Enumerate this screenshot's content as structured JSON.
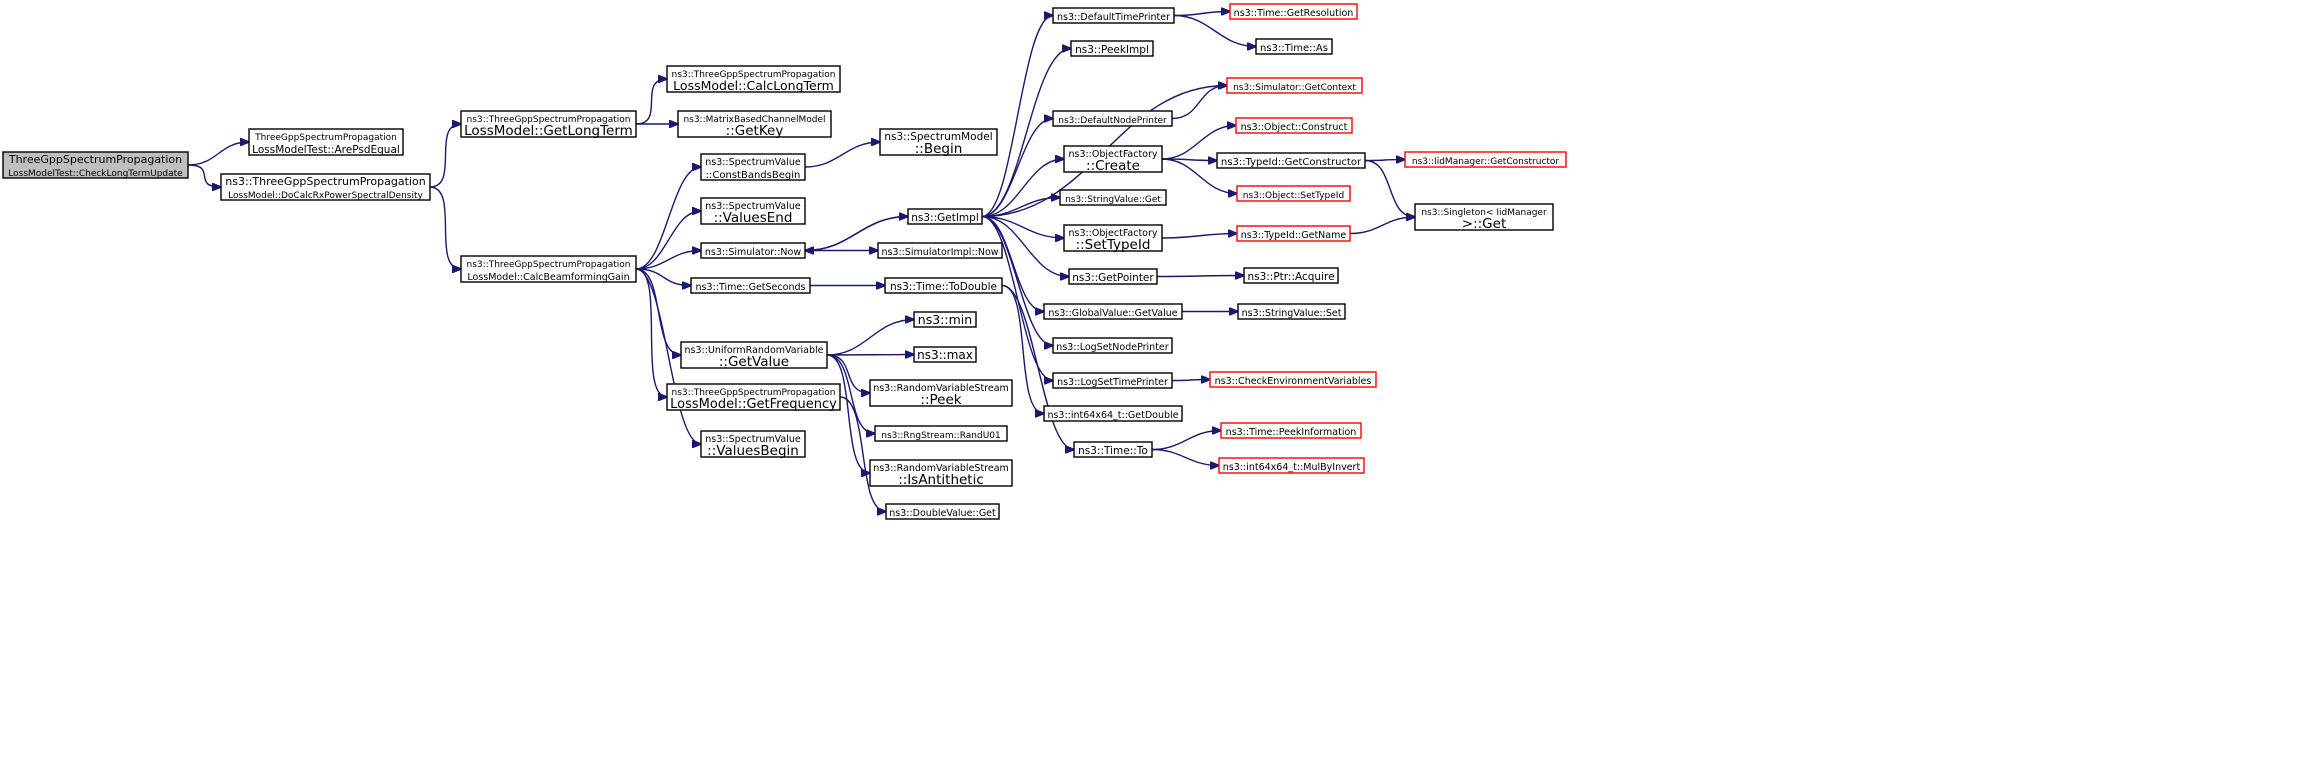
{
  "graph": {
    "nodes": [
      {
        "id": "root",
        "lines": [
          "ThreeGppSpectrumPropagation",
          "LossModelTest::CheckLongTermUpdate"
        ],
        "kind": "root",
        "interactable": false
      },
      {
        "id": "arePsd",
        "lines": [
          "ThreeGppSpectrumPropagation",
          "LossModelTest::ArePsdEqual"
        ],
        "kind": "normal"
      },
      {
        "id": "doCalc",
        "lines": [
          "ns3::ThreeGppSpectrumPropagation",
          "LossModel::DoCalcRxPowerSpectralDensity"
        ],
        "kind": "normal"
      },
      {
        "id": "getLongTerm",
        "lines": [
          "ns3::ThreeGppSpectrumPropagation",
          "LossModel::GetLongTerm"
        ],
        "kind": "normal"
      },
      {
        "id": "calcBeam",
        "lines": [
          "ns3::ThreeGppSpectrumPropagation",
          "LossModel::CalcBeamformingGain"
        ],
        "kind": "normal"
      },
      {
        "id": "calcLongTerm",
        "lines": [
          "ns3::ThreeGppSpectrumPropagation",
          "LossModel::CalcLongTerm"
        ],
        "kind": "normal"
      },
      {
        "id": "matrixGetKey",
        "lines": [
          "ns3::MatrixBasedChannelModel",
          "::GetKey"
        ],
        "kind": "normal"
      },
      {
        "id": "constBandsBegin",
        "lines": [
          "ns3::SpectrumValue",
          "::ConstBandsBegin"
        ],
        "kind": "normal"
      },
      {
        "id": "valuesEnd",
        "lines": [
          "ns3::SpectrumValue",
          "::ValuesEnd"
        ],
        "kind": "normal"
      },
      {
        "id": "simNow",
        "lines": [
          "ns3::Simulator::Now"
        ],
        "kind": "normal"
      },
      {
        "id": "timeGetSeconds",
        "lines": [
          "ns3::Time::GetSeconds"
        ],
        "kind": "normal"
      },
      {
        "id": "uniformGetValue",
        "lines": [
          "ns3::UniformRandomVariable",
          "::GetValue"
        ],
        "kind": "normal"
      },
      {
        "id": "getFrequency",
        "lines": [
          "ns3::ThreeGppSpectrumPropagation",
          "LossModel::GetFrequency"
        ],
        "kind": "normal"
      },
      {
        "id": "valuesBegin",
        "lines": [
          "ns3::SpectrumValue",
          "::ValuesBegin"
        ],
        "kind": "normal"
      },
      {
        "id": "spectrumModelBegin",
        "lines": [
          "ns3::SpectrumModel",
          "::Begin"
        ],
        "kind": "normal"
      },
      {
        "id": "getImpl",
        "lines": [
          "ns3::GetImpl"
        ],
        "kind": "normal"
      },
      {
        "id": "simImplNow",
        "lines": [
          "ns3::SimulatorImpl::Now"
        ],
        "kind": "normal"
      },
      {
        "id": "timeToDouble",
        "lines": [
          "ns3::Time::ToDouble"
        ],
        "kind": "normal"
      },
      {
        "id": "min",
        "lines": [
          "ns3::min"
        ],
        "kind": "normal"
      },
      {
        "id": "max",
        "lines": [
          "ns3::max"
        ],
        "kind": "normal"
      },
      {
        "id": "rvsPeek",
        "lines": [
          "ns3::RandomVariableStream",
          "::Peek"
        ],
        "kind": "normal"
      },
      {
        "id": "randU01",
        "lines": [
          "ns3::RngStream::RandU01"
        ],
        "kind": "normal"
      },
      {
        "id": "isAntithetic",
        "lines": [
          "ns3::RandomVariableStream",
          "::IsAntithetic"
        ],
        "kind": "normal"
      },
      {
        "id": "doubleValueGet",
        "lines": [
          "ns3::DoubleValue::Get"
        ],
        "kind": "normal"
      },
      {
        "id": "defaultTimePrinter",
        "lines": [
          "ns3::DefaultTimePrinter"
        ],
        "kind": "normal"
      },
      {
        "id": "peekImpl",
        "lines": [
          "ns3::PeekImpl"
        ],
        "kind": "normal"
      },
      {
        "id": "defaultNodePrinter",
        "lines": [
          "ns3::DefaultNodePrinter"
        ],
        "kind": "normal"
      },
      {
        "id": "objFactoryCreate",
        "lines": [
          "ns3::ObjectFactory",
          "::Create"
        ],
        "kind": "normal"
      },
      {
        "id": "stringValueGet",
        "lines": [
          "ns3::StringValue::Get"
        ],
        "kind": "normal"
      },
      {
        "id": "objFactorySetTypeId",
        "lines": [
          "ns3::ObjectFactory",
          "::SetTypeId"
        ],
        "kind": "normal"
      },
      {
        "id": "getPointer",
        "lines": [
          "ns3::GetPointer"
        ],
        "kind": "normal"
      },
      {
        "id": "globalValueGetValue",
        "lines": [
          "ns3::GlobalValue::GetValue"
        ],
        "kind": "normal"
      },
      {
        "id": "logSetNodePrinter",
        "lines": [
          "ns3::LogSetNodePrinter"
        ],
        "kind": "normal"
      },
      {
        "id": "logSetTimePrinter",
        "lines": [
          "ns3::LogSetTimePrinter"
        ],
        "kind": "normal"
      },
      {
        "id": "int64GetDouble",
        "lines": [
          "ns3::int64x64_t::GetDouble"
        ],
        "kind": "normal"
      },
      {
        "id": "timeTo",
        "lines": [
          "ns3::Time::To"
        ],
        "kind": "normal"
      },
      {
        "id": "timeGetResolution",
        "lines": [
          "ns3::Time::GetResolution"
        ],
        "kind": "truncated"
      },
      {
        "id": "timeAs",
        "lines": [
          "ns3::Time::As"
        ],
        "kind": "normal"
      },
      {
        "id": "simGetContext",
        "lines": [
          "ns3::Simulator::GetContext"
        ],
        "kind": "truncated"
      },
      {
        "id": "objectConstruct",
        "lines": [
          "ns3::Object::Construct"
        ],
        "kind": "truncated"
      },
      {
        "id": "typeIdGetConstructor",
        "lines": [
          "ns3::TypeId::GetConstructor"
        ],
        "kind": "normal"
      },
      {
        "id": "objectSetTypeId",
        "lines": [
          "ns3::Object::SetTypeId"
        ],
        "kind": "truncated"
      },
      {
        "id": "typeIdGetName",
        "lines": [
          "ns3::TypeId::GetName"
        ],
        "kind": "truncated"
      },
      {
        "id": "ptrAcquire",
        "lines": [
          "ns3::Ptr::Acquire"
        ],
        "kind": "normal"
      },
      {
        "id": "stringValueSet",
        "lines": [
          "ns3::StringValue::Set"
        ],
        "kind": "normal"
      },
      {
        "id": "checkEnvVars",
        "lines": [
          "ns3::CheckEnvironmentVariables"
        ],
        "kind": "truncated"
      },
      {
        "id": "timePeekInfo",
        "lines": [
          "ns3::Time::PeekInformation"
        ],
        "kind": "truncated"
      },
      {
        "id": "mulByInvert",
        "lines": [
          "ns3::int64x64_t::MulByInvert"
        ],
        "kind": "truncated"
      },
      {
        "id": "iidGetConstructor",
        "lines": [
          "ns3::IidManager::GetConstructor"
        ],
        "kind": "truncated"
      },
      {
        "id": "singletonGet",
        "lines": [
          "ns3::Singleton< IidManager",
          "  >::Get"
        ],
        "kind": "normal"
      }
    ],
    "colors": {
      "edge": "#191970",
      "border": "#000000",
      "truncated_border": "#ff0000",
      "root_fill": "#bfbfbf"
    }
  }
}
